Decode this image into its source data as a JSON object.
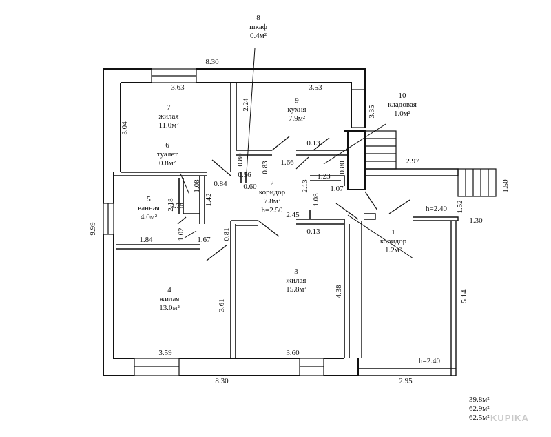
{
  "rooms": [
    {
      "num": "1",
      "name": "коридор",
      "area": "1.2м²"
    },
    {
      "num": "2",
      "name": "коридор",
      "area": "7.8м²",
      "height": "h=2.50"
    },
    {
      "num": "3",
      "name": "жилая",
      "area": "15.8м²"
    },
    {
      "num": "4",
      "name": "жилая",
      "area": "13.0м²"
    },
    {
      "num": "5",
      "name": "ванная",
      "area": "4.0м²"
    },
    {
      "num": "6",
      "name": "туалет",
      "area": "0.8м²"
    },
    {
      "num": "7",
      "name": "жилая",
      "area": "11.0м²"
    },
    {
      "num": "8",
      "name": "шкаф",
      "area": "0.4м²"
    },
    {
      "num": "9",
      "name": "кухня",
      "area": "7.9м²"
    },
    {
      "num": "10",
      "name": "кладовая",
      "area": "1.0м²"
    }
  ],
  "heights": {
    "veranda_top": "h=2.40",
    "veranda_bottom": "h=2.40"
  },
  "dims": {
    "top_total": "8.30",
    "bottom_total": "8.30",
    "left_total": "9.99",
    "r7_w": "3.63",
    "r7_h": "3.04",
    "r9_w": "3.53",
    "r8_d": "2.24",
    "kitchen_door": "3.35",
    "d_013a": "0.13",
    "d_166": "1.66",
    "d_080a": "0.80",
    "d_056": "0.56",
    "d_083": "0.83",
    "d_084": "0.84",
    "d_060": "0.60",
    "d_213": "2.13",
    "d_123": "1.23",
    "d_080b": "0.80",
    "d_107": "1.07",
    "d_108a": "1.08",
    "d_108b": "1.08",
    "d_218": "2.18",
    "d_075": "0.75",
    "d_142": "1.42",
    "d_102": "1.02",
    "d_184": "1.84",
    "d_167": "1.67",
    "d_081": "0.81",
    "d_245": "2.45",
    "d_013b": "0.13",
    "d_297": "2.97",
    "d_150": "1.50",
    "d_152": "1.52",
    "d_130": "1.30",
    "d_514": "5.14",
    "d_438": "4.38",
    "d_361": "3.61",
    "d_359": "3.59",
    "d_360": "3.60",
    "d_295": "2.95"
  },
  "totals": [
    "39.8м²",
    "62.9м²",
    "62.5м²"
  ],
  "watermark": "KUPIKA"
}
